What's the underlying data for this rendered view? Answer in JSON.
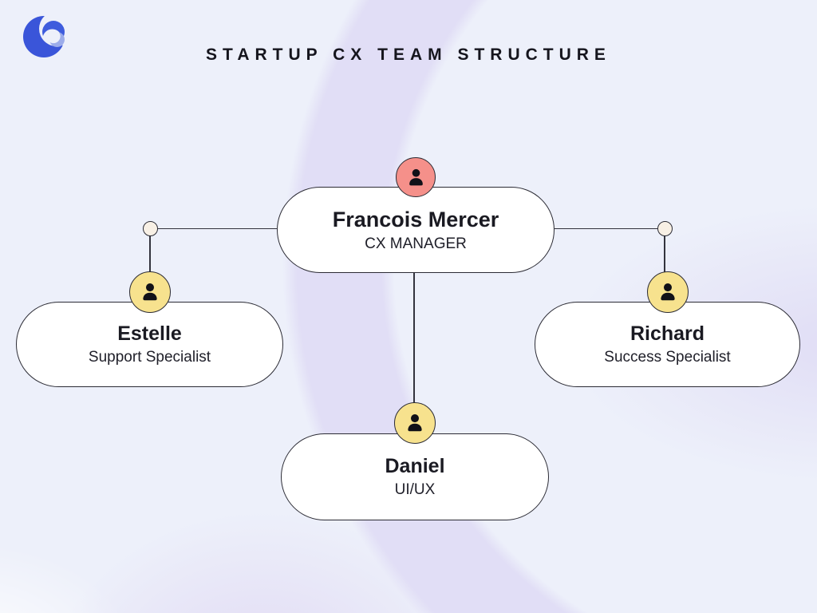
{
  "title": "STARTUP CX TEAM STRUCTURE",
  "logo": {
    "icon": "crescent-swirl-logo"
  },
  "chart_type": "org-chart",
  "nodes": [
    {
      "id": "cx-manager",
      "name": "Francois Mercer",
      "role": "CX MANAGER",
      "avatar": "person-icon",
      "avatar_color": "#F5908A"
    },
    {
      "id": "support-specialist",
      "name": "Estelle",
      "role": "Support Specialist",
      "avatar": "person-icon",
      "avatar_color": "#F7E28E"
    },
    {
      "id": "success-specialist",
      "name": "Richard",
      "role": "Success Specialist",
      "avatar": "person-icon",
      "avatar_color": "#F7E28E"
    },
    {
      "id": "ui-ux",
      "name": "Daniel",
      "role": "UI/UX",
      "avatar": "person-icon",
      "avatar_color": "#F7E28E"
    }
  ],
  "edges": [
    {
      "from": "cx-manager",
      "to": "support-specialist"
    },
    {
      "from": "cx-manager",
      "to": "success-specialist"
    },
    {
      "from": "cx-manager",
      "to": "ui-ux"
    }
  ],
  "colors": {
    "background": "#EDF0FA",
    "swirl": "#DFDBF5",
    "card_bg": "#FFFFFF",
    "card_border": "#2B2B34",
    "connector_line": "#33333D",
    "manager_avatar": "#F5908A",
    "member_avatar": "#F7E28E",
    "junction_dot": "#F8F0E5",
    "title_color": "#15151D",
    "logo_primary": "#3A55D9",
    "logo_secondary": "#3E5CDD",
    "logo_light": "#9CACEA"
  }
}
